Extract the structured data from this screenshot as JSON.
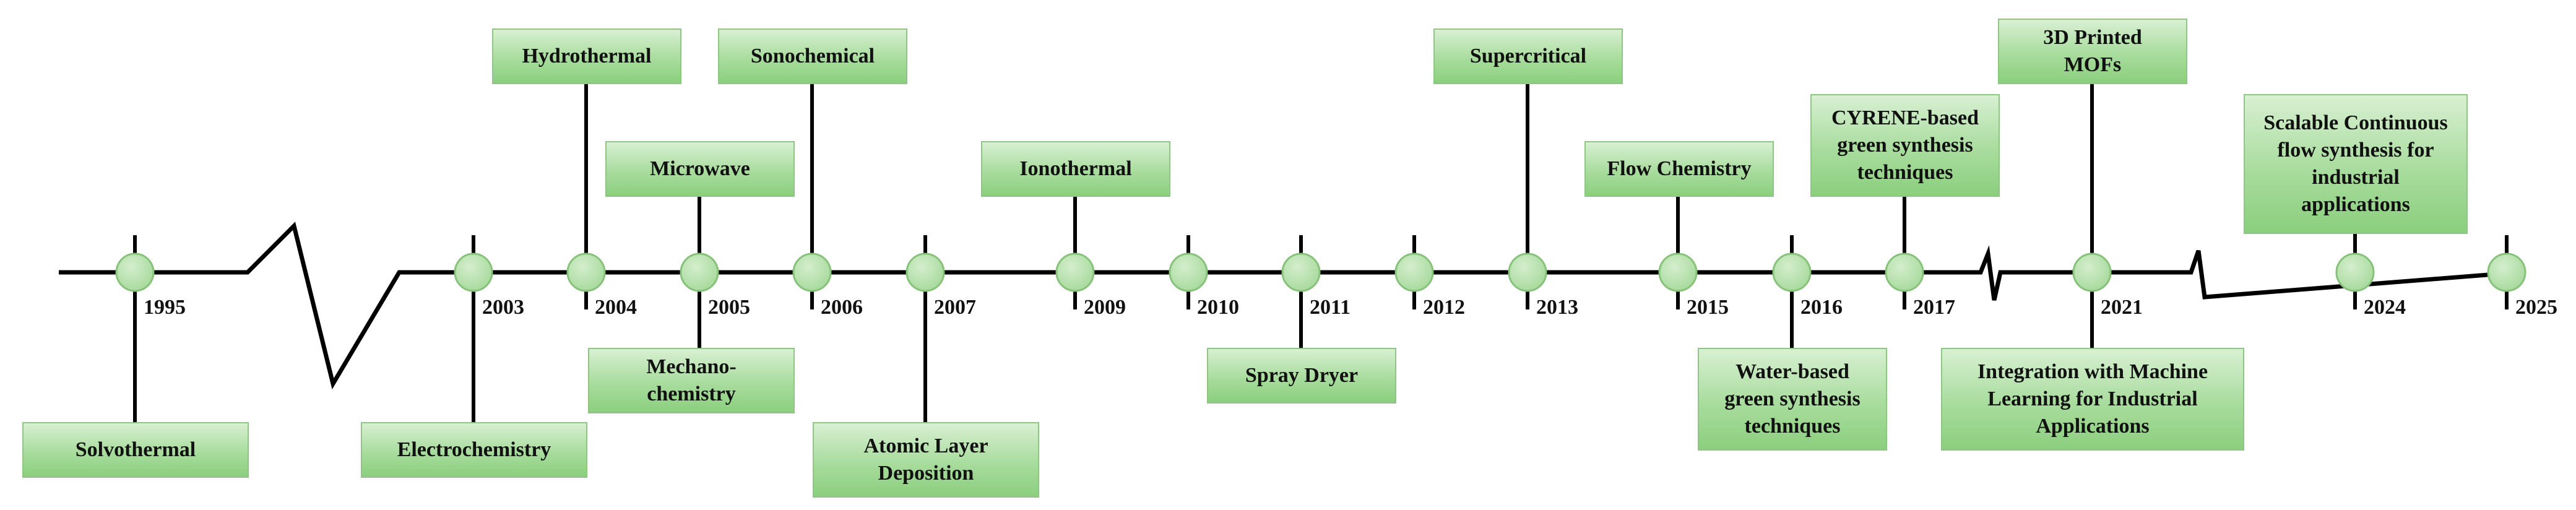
{
  "timeline": {
    "events": [
      {
        "year": "1995",
        "label": "Solvothermal",
        "side": "below"
      },
      {
        "year": "2003",
        "label": "Electrochemistry",
        "side": "below"
      },
      {
        "year": "2004",
        "label": "Hydrothermal",
        "side": "above"
      },
      {
        "year": "2005",
        "label": "Microwave",
        "side": "above"
      },
      {
        "year": "2005",
        "label": "Mechano-\nchemistry",
        "side": "below"
      },
      {
        "year": "2006",
        "label": "Sonochemical",
        "side": "above"
      },
      {
        "year": "2007",
        "label": "Atomic Layer\nDeposition",
        "side": "below"
      },
      {
        "year": "2009",
        "label": "Ionothermal",
        "side": "above"
      },
      {
        "year": "2011",
        "label": "Spray Dryer",
        "side": "below"
      },
      {
        "year": "2013",
        "label": "Supercritical",
        "side": "above"
      },
      {
        "year": "2015",
        "label": "Flow Chemistry",
        "side": "above"
      },
      {
        "year": "2016",
        "label": "Water-based\ngreen synthesis\ntechniques",
        "side": "below"
      },
      {
        "year": "2017",
        "label": "CYRENE-based\ngreen synthesis\ntechniques",
        "side": "above"
      },
      {
        "year": "2021",
        "label": "3D Printed\nMOFs",
        "side": "above"
      },
      {
        "year": "2021",
        "label": "Integration with Machine\nLearning for Industrial\nApplications",
        "side": "below"
      },
      {
        "year": "2024",
        "label": "Scalable Continuous\nflow synthesis for\nindustrial\napplications",
        "side": "above"
      }
    ],
    "years": [
      "1995",
      "2003",
      "2004",
      "2005",
      "2006",
      "2007",
      "2009",
      "2010",
      "2011",
      "2012",
      "2013",
      "2015",
      "2016",
      "2017",
      "2021",
      "2024",
      "2025"
    ],
    "colors": {
      "axis": "#000000",
      "node": "#a6d99b",
      "node_border": "#86c279",
      "box_fill": "#a8dc9d",
      "box_border": "#8fc585"
    }
  }
}
